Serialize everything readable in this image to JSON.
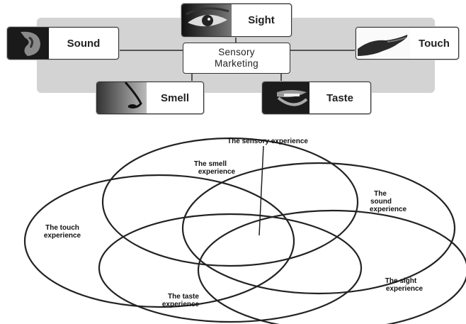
{
  "hub": {
    "center_line1": "Sensory",
    "center_line2": "Marketing",
    "nodes": {
      "sight": "Sight",
      "sound": "Sound",
      "touch": "Touch",
      "smell": "Smell",
      "taste": "Taste"
    },
    "thumb_icons": [
      "eye-photo-icon",
      "ear-photo-icon",
      "hand-photo-icon",
      "nose-photo-icon",
      "mouth-photo-icon"
    ]
  },
  "venn": {
    "sensory": "The sensory experience",
    "smell_1": "The smell",
    "smell_2": "experience",
    "sound_1": "The",
    "sound_2": "sound",
    "sound_3": "experience",
    "touch_1": "The touch",
    "touch_2": "experience",
    "sight_1": "The sight",
    "sight_2": "experience",
    "taste_1": "The taste",
    "taste_2": "experience"
  },
  "colors": {
    "panel": "#d3d3d3",
    "line": "#555555",
    "circle": "#222222",
    "text": "#111111"
  }
}
